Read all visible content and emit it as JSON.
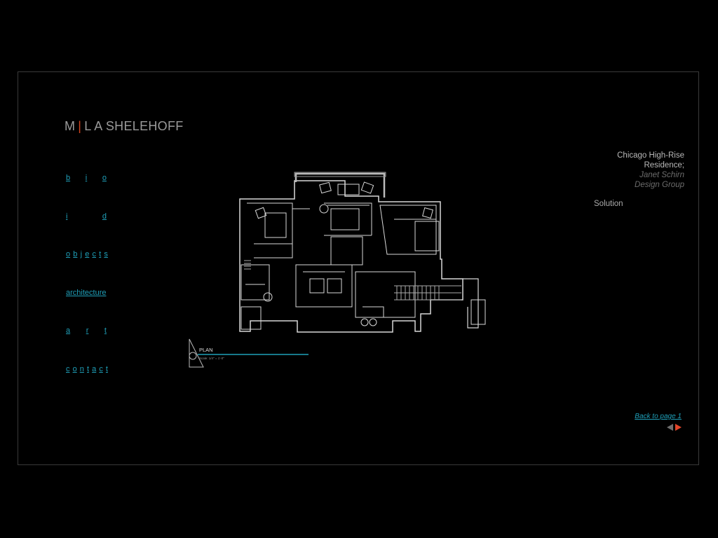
{
  "brand": {
    "initials": "M",
    "separator": "|",
    "name": "L A SHELEHOFF",
    "accent_color": "#d2451f"
  },
  "nav": {
    "link_color": "#1f9fb8",
    "items": [
      {
        "key": "bio",
        "label": "b i o"
      },
      {
        "key": "id",
        "label": "i d"
      },
      {
        "key": "objects",
        "label": "o b j e c t s"
      },
      {
        "key": "architecture",
        "label": "architecture"
      },
      {
        "key": "art",
        "label": "a r t"
      },
      {
        "key": "contact",
        "label": "c o n t a c t"
      }
    ]
  },
  "project": {
    "title_line1": "Chicago High-Rise",
    "title_line2": "Residence;",
    "designer_line1": "Janet Schirn",
    "designer_line2": "Design Group",
    "section": "Solution"
  },
  "plan": {
    "label": "PLAN",
    "scale": "Scale: 1/4\" = 1'-0\""
  },
  "pager": {
    "back_label": "Back to page 1",
    "prev_icon": "triangle-left-icon",
    "next_icon": "triangle-right-icon",
    "next_color": "#e2452a",
    "prev_color": "#6e6e6e"
  }
}
